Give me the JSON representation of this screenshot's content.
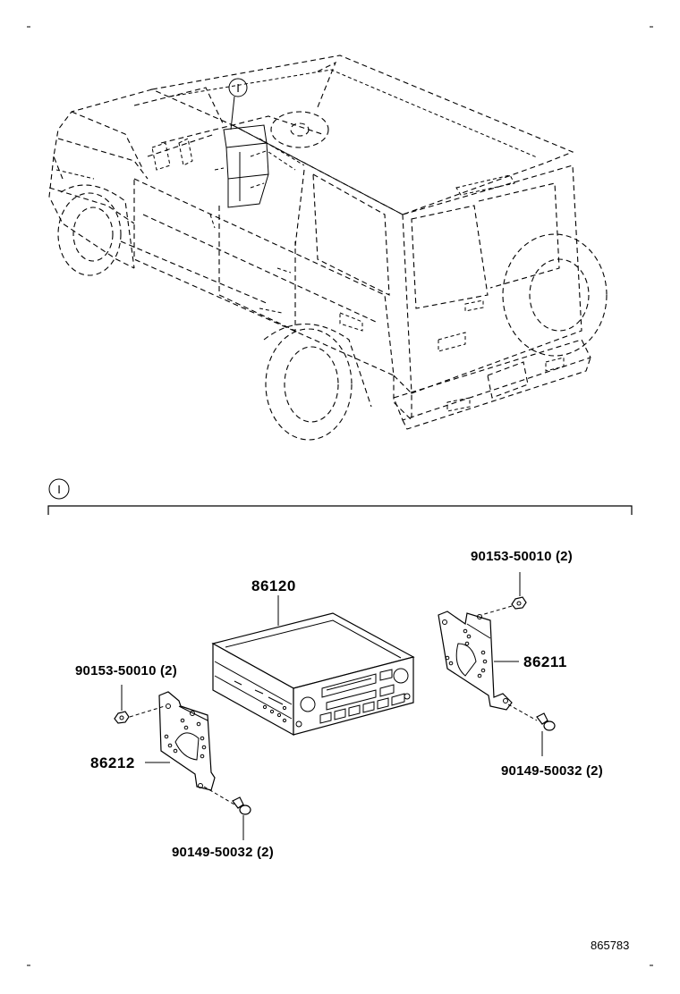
{
  "callout": {
    "symbol": "I"
  },
  "parts": {
    "radio_receiver": "86120",
    "bracket_right": "86211",
    "bracket_left": "86212",
    "nut_right": "90153-50010 (2)",
    "nut_left": "90153-50010 (2)",
    "screw_right": "90149-50032 (2)",
    "screw_left": "90149-50032 (2)"
  },
  "drawing_code": "865783"
}
